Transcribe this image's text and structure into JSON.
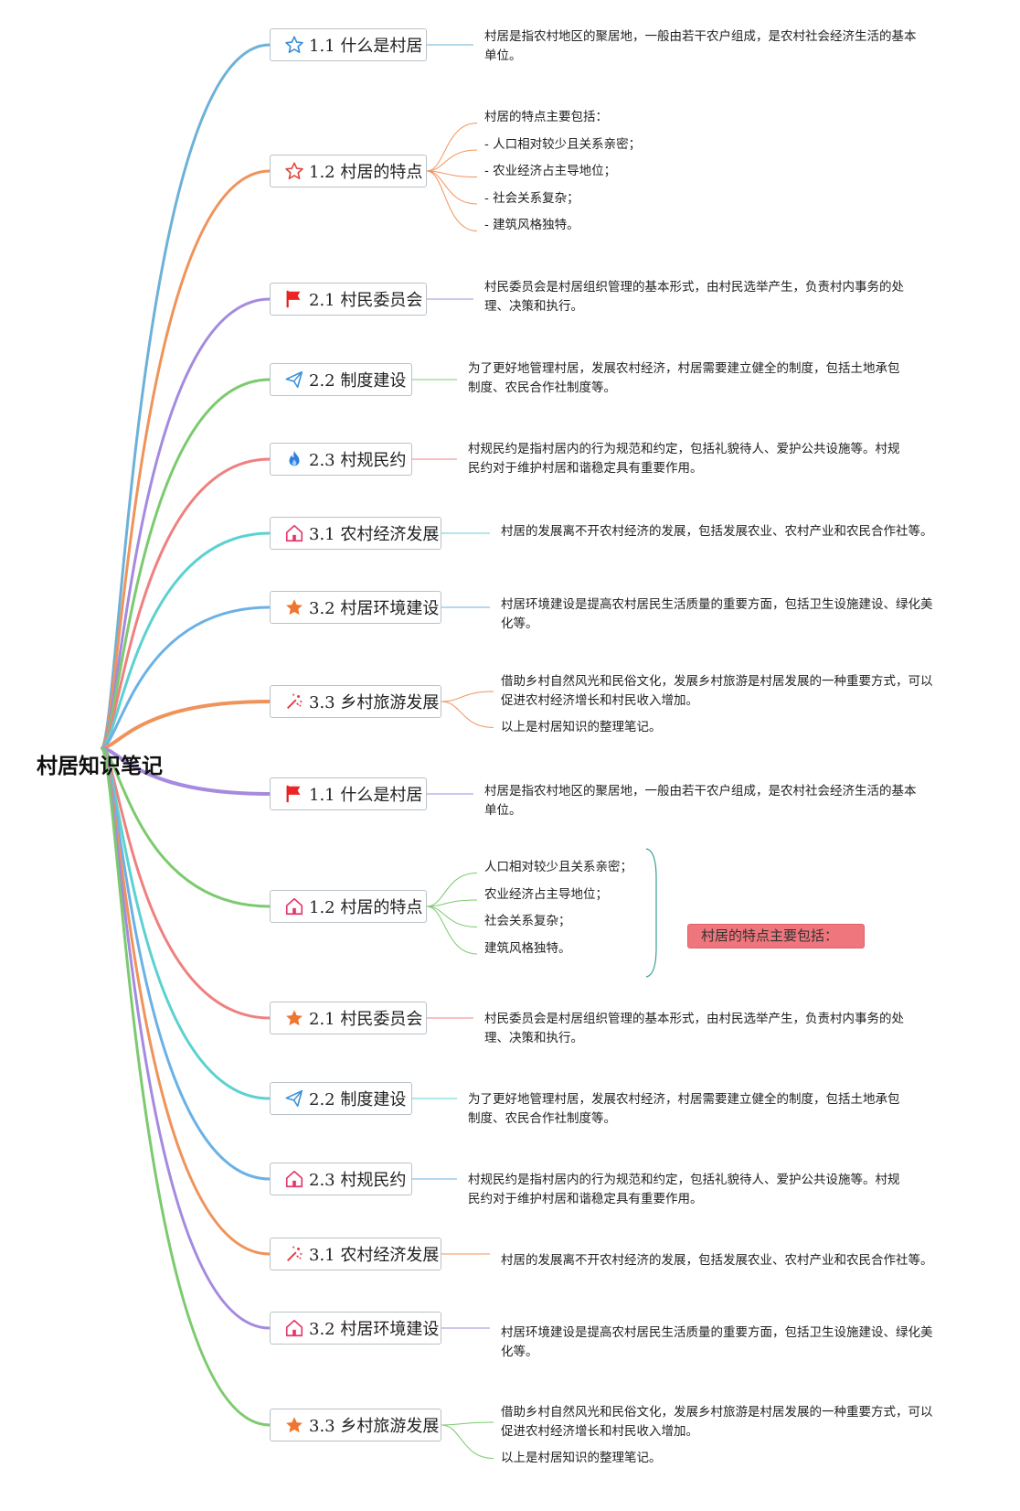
{
  "title": "村居知识笔记",
  "colors": {
    "blue": "#6cb1d8",
    "orange": "#f0935a",
    "purple": "#a48ae0",
    "green": "#7cca6e",
    "pink": "#f08080",
    "teal": "#5cd1d1",
    "skyblue": "#6ab1e6",
    "callout": "#ef767c"
  },
  "topics": [
    {
      "label": "1.1 什么是村居",
      "icon": "star-outline-icon",
      "color": "blue",
      "notes": [
        "村居是指农村地区的聚居地，一般由若干农户组成，是农村社会经济生活的基本",
        "单位。"
      ]
    },
    {
      "label": "1.2 村居的特点",
      "icon": "star-outline-red-icon",
      "color": "orange",
      "notes": [
        "村居的特点主要包括：",
        "- 人口相对较少且关系亲密；",
        "- 农业经济占主导地位；",
        "- 社会关系复杂；",
        "- 建筑风格独特。"
      ]
    },
    {
      "label": "2.1 村民委员会",
      "icon": "red-flag-icon",
      "color": "purple",
      "notes": [
        "村民委员会是村居组织管理的基本形式，由村民选举产生，负责村内事务的处",
        "理、决策和执行。"
      ]
    },
    {
      "label": "2.2 制度建设",
      "icon": "paper-plane-icon",
      "color": "green",
      "notes": [
        "为了更好地管理村居，发展农村经济，村居需要建立健全的制度，包括土地承包",
        "制度、农民合作社制度等。"
      ]
    },
    {
      "label": "2.3 村规民约",
      "icon": "flame-icon",
      "color": "pink",
      "notes": [
        "村规民约是指村居内的行为规范和约定，包括礼貌待人、爱护公共设施等。村规",
        "民约对于维护村居和谐稳定具有重要作用。"
      ]
    },
    {
      "label": "3.1 农村经济发展",
      "icon": "home-icon",
      "color": "teal",
      "notes": [
        "村居的发展离不开农村经济的发展，包括发展农业、农村产业和农民合作社等。"
      ]
    },
    {
      "label": "3.2 村居环境建设",
      "icon": "orange-star-icon",
      "color": "skyblue",
      "notes": [
        "村居环境建设是提高农村居民生活质量的重要方面，包括卫生设施建设、绿化美",
        "化等。"
      ]
    },
    {
      "label": "3.3 乡村旅游发展",
      "icon": "sparkle-icon",
      "color": "orange",
      "notes": [
        "借助乡村自然风光和民俗文化，发展乡村旅游是村居发展的一种重要方式，可以",
        "促进农村经济增长和村民收入增加。",
        "以上是村居知识的整理笔记。"
      ]
    },
    {
      "label": "1.1 什么是村居",
      "icon": "red-flag-icon",
      "color": "purple",
      "notes": [
        "村居是指农村地区的聚居地，一般由若干农户组成，是农村社会经济生活的基本",
        "单位。"
      ]
    },
    {
      "label": "1.2 村居的特点",
      "icon": "home-icon",
      "color": "green",
      "notes": [
        "人口相对较少且关系亲密；",
        "农业经济占主导地位；",
        "社会关系复杂；",
        "建筑风格独特。"
      ],
      "callout": "村居的特点主要包括："
    },
    {
      "label": "2.1 村民委员会",
      "icon": "orange-star-icon",
      "color": "pink",
      "notes": [
        "村民委员会是村居组织管理的基本形式，由村民选举产生，负责村内事务的处",
        "理、决策和执行。"
      ]
    },
    {
      "label": "2.2 制度建设",
      "icon": "paper-plane-icon",
      "color": "teal",
      "notes": [
        "为了更好地管理村居，发展农村经济，村居需要建立健全的制度，包括土地承包",
        "制度、农民合作社制度等。"
      ]
    },
    {
      "label": "2.3 村规民约",
      "icon": "home-icon",
      "color": "skyblue",
      "notes": [
        "村规民约是指村居内的行为规范和约定，包括礼貌待人、爱护公共设施等。村规",
        "民约对于维护村居和谐稳定具有重要作用。"
      ]
    },
    {
      "label": "3.1 农村经济发展",
      "icon": "sparkle-icon",
      "color": "orange",
      "notes": [
        "村居的发展离不开农村经济的发展，包括发展农业、农村产业和农民合作社等。"
      ]
    },
    {
      "label": "3.2 村居环境建设",
      "icon": "home-icon",
      "color": "purple",
      "notes": [
        "村居环境建设是提高农村居民生活质量的重要方面，包括卫生设施建设、绿化美",
        "化等。"
      ]
    },
    {
      "label": "3.3 乡村旅游发展",
      "icon": "orange-star-icon",
      "color": "green",
      "notes": [
        "借助乡村自然风光和民俗文化，发展乡村旅游是村居发展的一种重要方式，可以",
        "促进农村经济增长和村民收入增加。",
        "以上是村居知识的整理笔记。"
      ]
    }
  ]
}
